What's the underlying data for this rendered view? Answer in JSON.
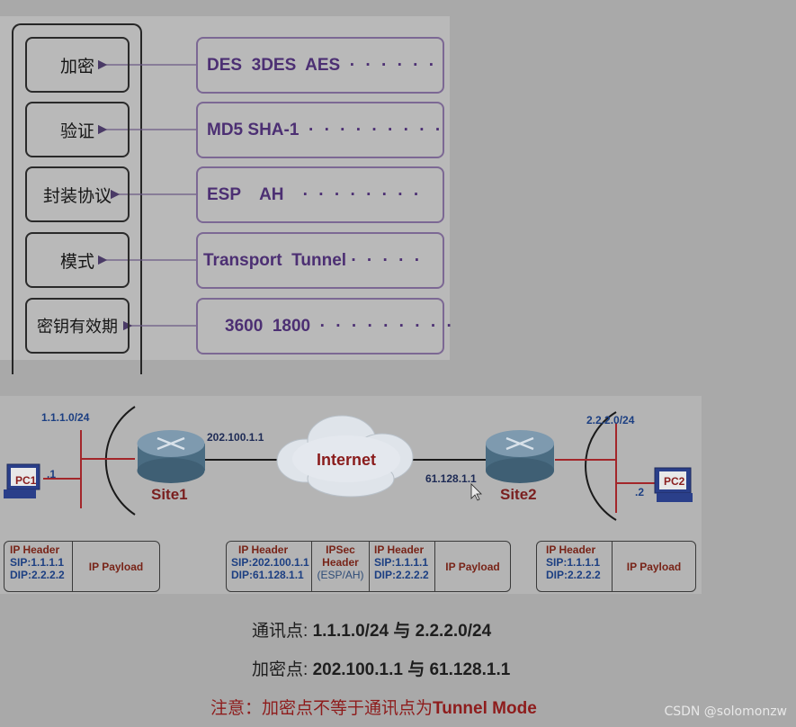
{
  "params": [
    {
      "label": "加密",
      "value": "DES  3DES  AES",
      "dots": "· · · · · ·"
    },
    {
      "label": "验证",
      "value": "MD5 SHA-1",
      "dots": "· · · · · · · · ·"
    },
    {
      "label": "封装协议",
      "value": "ESP    AH",
      "dots": "· · · · · · · ·"
    },
    {
      "label": "模式",
      "value": "Transport  Tunnel",
      "dots": "· · · · ·"
    },
    {
      "label": "密钥有效期",
      "value": "3600  1800",
      "dots": "· · · · · · · · ·"
    }
  ],
  "network": {
    "left_subnet": "1.1.1.0/24",
    "left_host": ".1",
    "pc1": "PC1",
    "site1": "Site1",
    "site1_ip": "202.100.1.1",
    "internet": "Internet",
    "site2_ip": "61.128.1.1",
    "site2": "Site2",
    "right_subnet": "2.2.2.0/24",
    "right_host": ".2",
    "pc2": "PC2"
  },
  "packets": {
    "left": {
      "ip_header": "IP Header",
      "sip": "SIP:1.1.1.1",
      "dip": "DIP:2.2.2.2",
      "payload": "IP Payload"
    },
    "middle": {
      "outer_header": "IP Header",
      "outer_sip": "SIP:202.100.1.1",
      "outer_dip": "DIP:61.128.1.1",
      "ipsec1": "IPSec",
      "ipsec2": "Header",
      "ipsec3": "(ESP/AH)",
      "inner_header": "IP Header",
      "inner_sip": "SIP:1.1.1.1",
      "inner_dip": "DIP:2.2.2.2",
      "payload": "IP Payload"
    },
    "right": {
      "ip_header": "IP Header",
      "sip": "SIP:1.1.1.1",
      "dip": "DIP:2.2.2.2",
      "payload": "IP Payload"
    }
  },
  "notes": {
    "comm_label": "通讯点: ",
    "comm_value": "1.1.1.0/24 与 2.2.2.0/24",
    "crypto_label": "加密点: ",
    "crypto_value": "202.100.1.1 与 61.128.1.1",
    "warning_prefix": "注意：加密点不等于通讯点为",
    "warning_mode": "Tunnel Mode"
  },
  "watermark": "CSDN @solomonzw",
  "colors": {
    "purple_text": "#4c2f73",
    "blue_label": "#1c3f82",
    "red_line": "#a3262a",
    "warning_red": "#8e1c1c"
  }
}
